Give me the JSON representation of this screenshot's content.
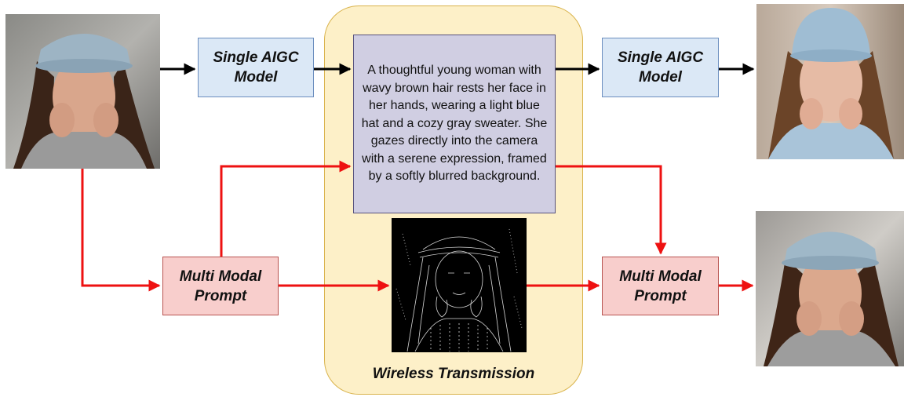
{
  "wireless": {
    "label": "Wireless Transmission"
  },
  "single_aigc_left": {
    "label_line1": "Single AIGC",
    "label_line2": "Model"
  },
  "single_aigc_right": {
    "label_line1": "Single AIGC",
    "label_line2": "Model"
  },
  "multimodal_left": {
    "label_line1": "Multi Modal",
    "label_line2": "Prompt"
  },
  "multimodal_right": {
    "label_line1": "Multi Modal",
    "label_line2": "Prompt"
  },
  "caption": {
    "text": "A thoughtful young woman with wavy brown hair rests her face in her hands, wearing a light blue hat and a cozy gray sweater. She gazes directly into the camera with a serene expression, framed by a softly blurred background."
  },
  "images": {
    "input": "input-portrait",
    "output_single": "generated-portrait-single",
    "output_multimodal": "generated-portrait-multimodal",
    "edge_map": "edge-map"
  },
  "colors": {
    "path_single": "#000000",
    "path_multimodal": "#ee1111",
    "zone_fill": "#fdf0c8",
    "blue_fill": "#dbe8f6",
    "red_fill": "#f8cecc",
    "caption_fill": "#d0cee2"
  }
}
